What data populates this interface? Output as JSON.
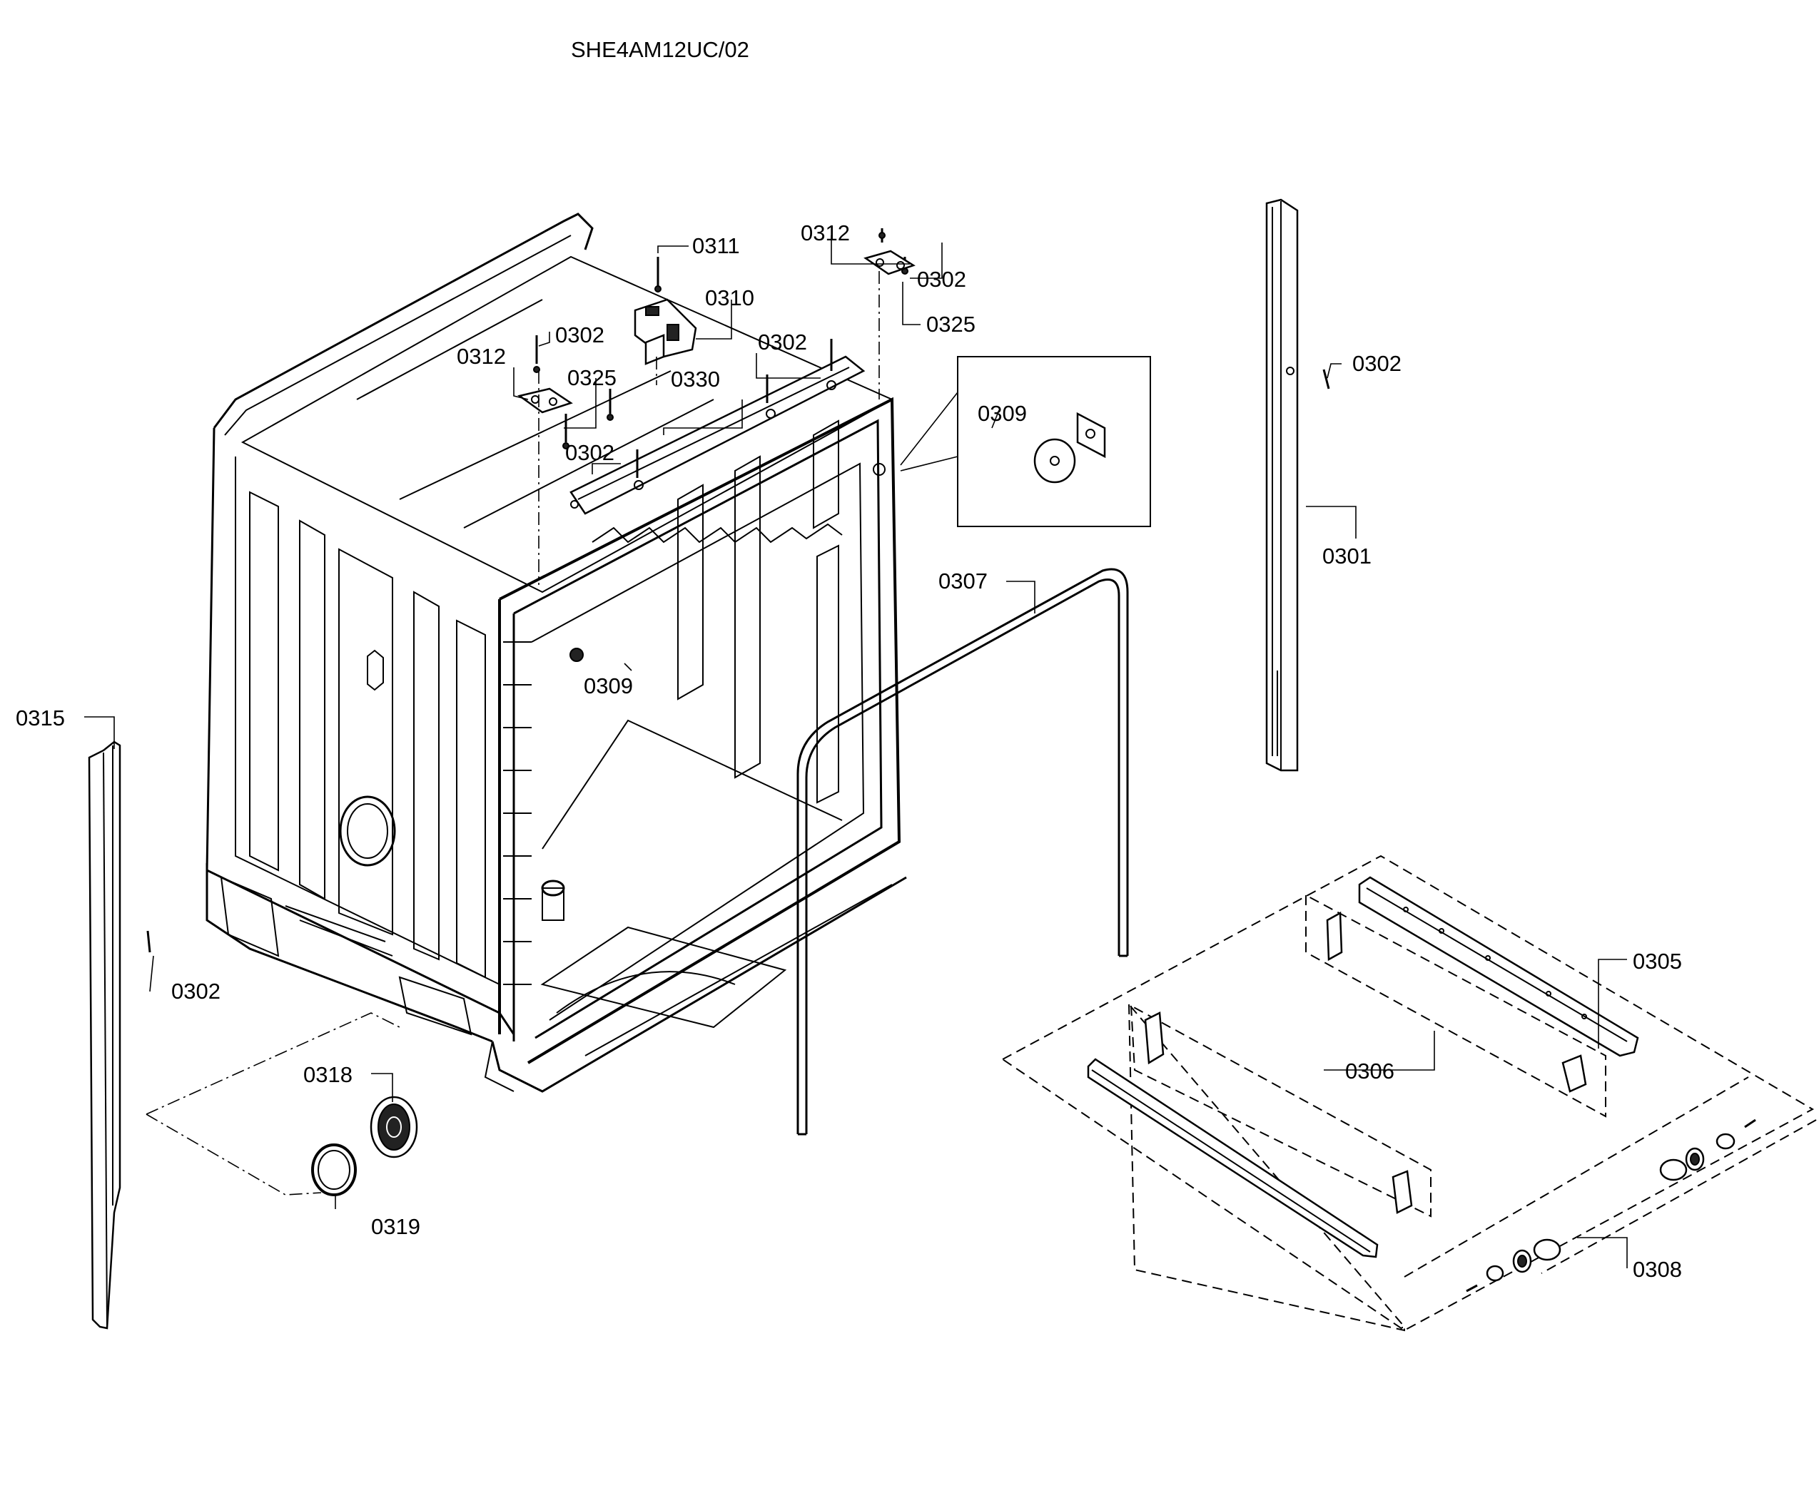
{
  "title": "SHE4AM12UC/02",
  "labels": [
    {
      "id": "0311",
      "text": "0311"
    },
    {
      "id": "0310",
      "text": "0310"
    },
    {
      "id": "0312a",
      "text": "0312"
    },
    {
      "id": "0302a",
      "text": "0302"
    },
    {
      "id": "0325a",
      "text": "0325"
    },
    {
      "id": "0312b",
      "text": "0312"
    },
    {
      "id": "0302b",
      "text": "0302"
    },
    {
      "id": "0325b",
      "text": "0325"
    },
    {
      "id": "0302c",
      "text": "0302"
    },
    {
      "id": "0330",
      "text": "0330"
    },
    {
      "id": "0302d",
      "text": "0302"
    },
    {
      "id": "0309a",
      "text": "0309"
    },
    {
      "id": "0309b",
      "text": "0309"
    },
    {
      "id": "0307",
      "text": "0307"
    },
    {
      "id": "0302e",
      "text": "0302"
    },
    {
      "id": "0301",
      "text": "0301"
    },
    {
      "id": "0315",
      "text": "0315"
    },
    {
      "id": "0302f",
      "text": "0302"
    },
    {
      "id": "0318",
      "text": "0318"
    },
    {
      "id": "0319",
      "text": "0319"
    },
    {
      "id": "0305",
      "text": "0305"
    },
    {
      "id": "0306",
      "text": "0306"
    },
    {
      "id": "0308",
      "text": "0308"
    }
  ]
}
